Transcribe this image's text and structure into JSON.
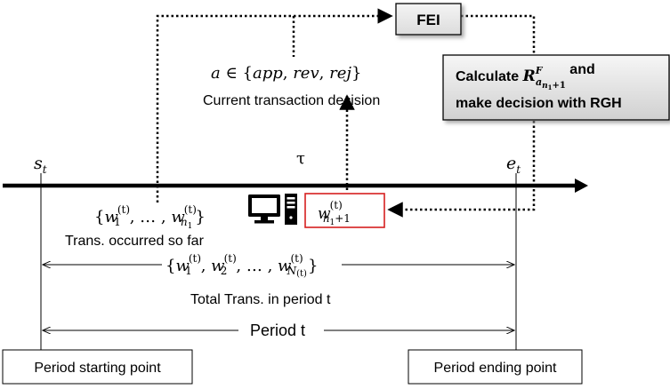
{
  "fei": {
    "label": "FEI"
  },
  "calc_box": {
    "line1_pre": "Calculate ",
    "sym_R": "R",
    "sup_F": "F",
    "sub_a": "a",
    "sub_n": "n",
    "sub_1": "1",
    "sub_plus1": "+1",
    "line1_post": " and",
    "line2": "make decision with RGH"
  },
  "decision": {
    "set_a": "a",
    "set_in": " ∈ {",
    "set_app": "app",
    "set_c1": ", ",
    "set_rev": "rev",
    "set_c2": ", ",
    "set_rej": "rej",
    "set_close": "}",
    "label": "Current transaction decision"
  },
  "timeline": {
    "s_sym": "s",
    "s_sub": "t",
    "tau": "τ",
    "e_sym": "e",
    "e_sub": "t"
  },
  "current_box": {
    "w": "w",
    "sup": "(t)",
    "sub_n": "n",
    "sub_1": "1",
    "sub_plus1": "+1"
  },
  "so_far": {
    "open": "{",
    "w1": "w",
    "w1_sup": "(t)",
    "w1_sub": "1",
    "dots": ", … , ",
    "wn": "w",
    "wn_sup": "(t)",
    "wn_sub_n": "n",
    "wn_sub_1": "1",
    "close": "}",
    "label": "Trans. occurred so far"
  },
  "total": {
    "open": "{",
    "w1": "w",
    "w1_sup": "(t)",
    "w1_sub": "1",
    "c1": ", ",
    "w2": "w",
    "w2_sup": "(t)",
    "w2_sub": "2",
    "dots": ", … , ",
    "wN": "w",
    "wN_sup": "(t)",
    "wN_sub": "N",
    "wN_sub2": "(t)",
    "close": "}",
    "label": "Total Trans. in period t"
  },
  "period": {
    "label": "Period t"
  },
  "start_box": {
    "label": "Period starting point"
  },
  "end_box": {
    "label": "Period ending point"
  },
  "icons": {
    "computer": "computer-icon"
  }
}
